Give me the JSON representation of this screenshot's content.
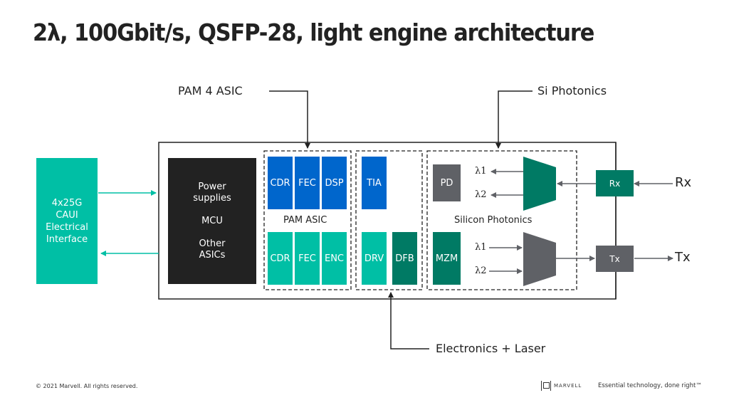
{
  "title": "2λ, 100Gbit/s, QSFP-28, light engine architecture",
  "callouts": {
    "pam4_asic": "PAM 4 ASIC",
    "si_photonics": "Si Photonics",
    "electronics_laser": "Electronics + Laser"
  },
  "electrical_interface": {
    "lines": [
      "4x25G",
      "CAUI",
      "Electrical",
      "Interface"
    ]
  },
  "support_block": {
    "lines": [
      "Power",
      "supplies",
      "",
      "MCU",
      "",
      "Other",
      "ASICs"
    ]
  },
  "pam_asic": {
    "label": "PAM ASIC",
    "rx_blocks": [
      "CDR",
      "FEC",
      "DSP"
    ],
    "tx_blocks": [
      "CDR",
      "FEC",
      "ENC"
    ]
  },
  "electronics": {
    "rx_blocks": [
      "TIA"
    ],
    "tx_blocks": [
      "DRV",
      "DFB"
    ]
  },
  "silicon_photonics": {
    "label": "Silicon Photonics",
    "detector": "PD",
    "modulator": "MZM",
    "rx_wavelengths": [
      "λ1",
      "λ2"
    ],
    "tx_wavelengths": [
      "λ1",
      "λ2"
    ]
  },
  "ports": {
    "rx_block": "Rx",
    "tx_block": "Tx",
    "rx_label": "Rx",
    "tx_label": "Tx"
  },
  "colors": {
    "blue": "#0066cc",
    "teal": "#00bfa5",
    "dark_teal": "#007a64",
    "grey": "#5f6166",
    "black": "#222222"
  },
  "footer": {
    "copyright": "© 2021 Marvell. All rights reserved.",
    "logo_text": "MARVELL",
    "tagline": "Essential technology, done right™"
  }
}
